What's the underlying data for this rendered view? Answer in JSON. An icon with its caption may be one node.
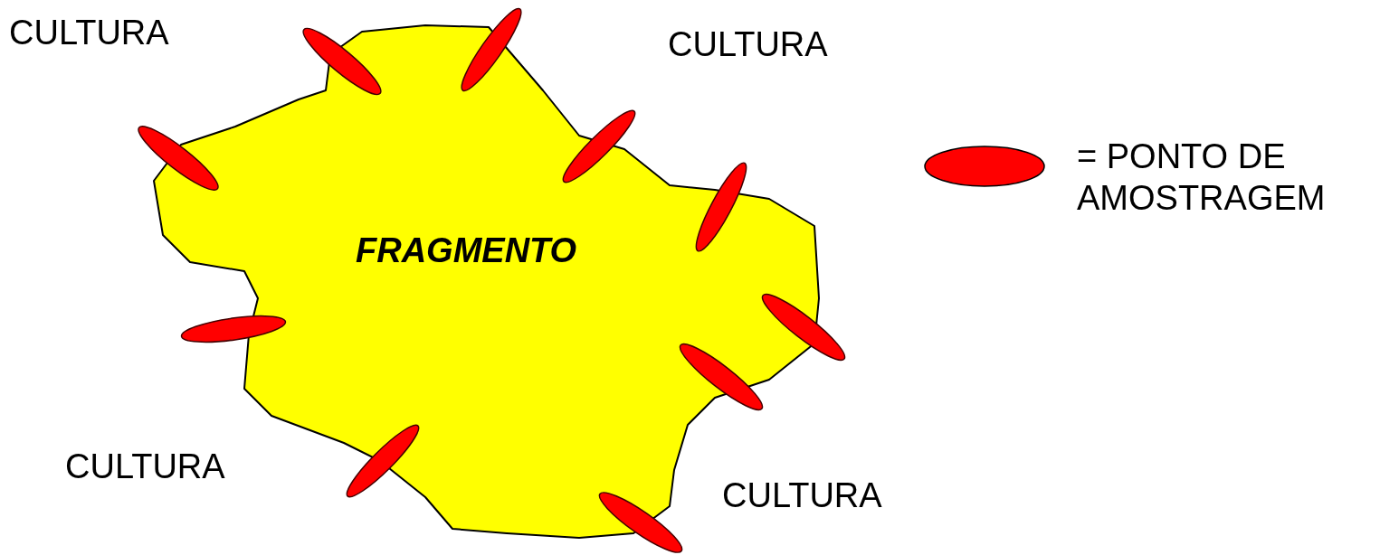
{
  "diagram": {
    "nodes": [
      {
        "text": [
          "FRAGMENTO"
        ]
      }
    ],
    "edges": [],
    "labels": [
      "CULTURA",
      "CULTURA",
      "CULTURA",
      "CULTURA"
    ],
    "legend": [
      {
        "text": "= PONTO DE AMOSTRAGEM",
        "color": "#ff0000"
      }
    ]
  }
}
